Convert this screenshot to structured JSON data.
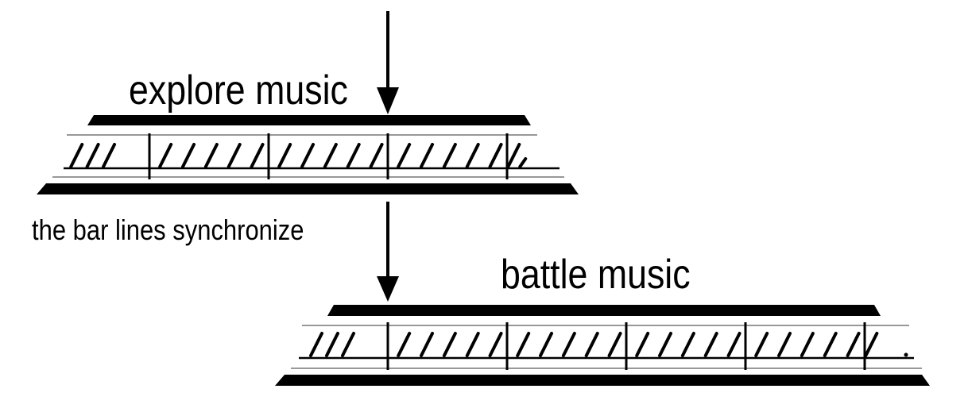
{
  "labels": {
    "explore": "explore music",
    "sync": "the bar lines synchronize",
    "battle": "battle music"
  },
  "tracks": [
    {
      "name": "explore",
      "beats_per_bar": [
        3,
        5,
        5,
        5,
        2
      ]
    },
    {
      "name": "battle",
      "beats_per_bar": [
        3,
        5,
        5,
        5,
        5,
        1
      ]
    }
  ],
  "colors": {
    "ink": "#000000",
    "staff": "#8a8a8a",
    "background": "#ffffff"
  }
}
